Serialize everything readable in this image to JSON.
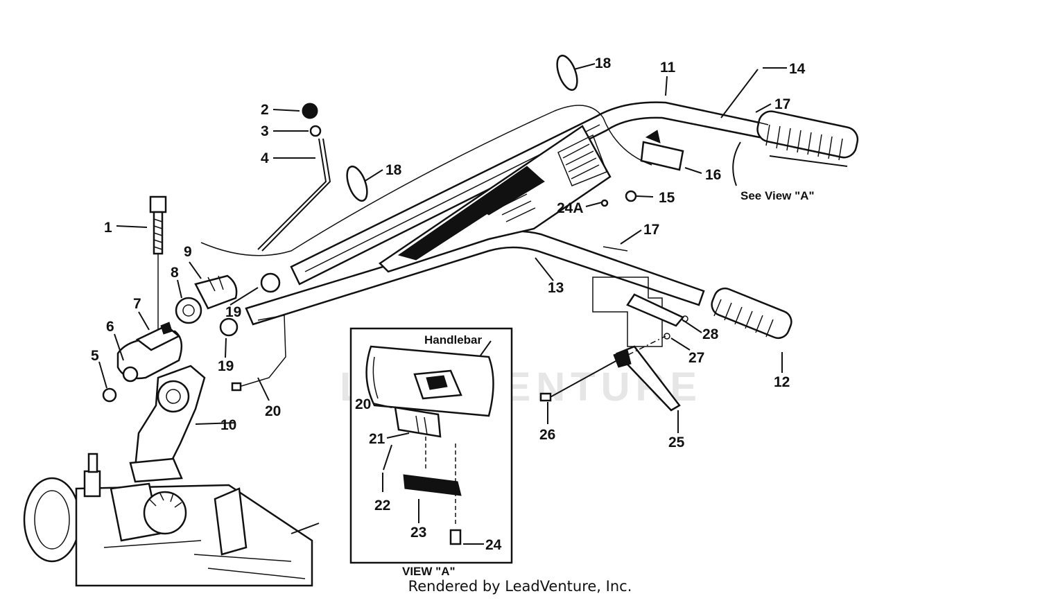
{
  "watermark": "LEADVENTURE",
  "credit": "Rendered by LeadVenture, Inc.",
  "callouts": {
    "c1": "1",
    "c2": "2",
    "c3": "3",
    "c4": "4",
    "c5": "5",
    "c6": "6",
    "c7": "7",
    "c8": "8",
    "c9": "9",
    "c10": "10",
    "c11": "11",
    "c12": "12",
    "c13": "13",
    "c14": "14",
    "c15": "15",
    "c16": "16",
    "c17a": "17",
    "c17b": "17",
    "c18a": "18",
    "c18b": "18",
    "c19a": "19",
    "c19b": "19",
    "c20": "20",
    "c24a": "24A",
    "c25": "25",
    "c26": "26",
    "c27": "27",
    "c28": "28",
    "v20": "20",
    "v21": "21",
    "v22": "22",
    "v23": "23",
    "v24": "24"
  },
  "see_view": "See View \"A\"",
  "inset": {
    "handlebar_label": "Handlebar",
    "view_label": "VIEW \"A\""
  }
}
